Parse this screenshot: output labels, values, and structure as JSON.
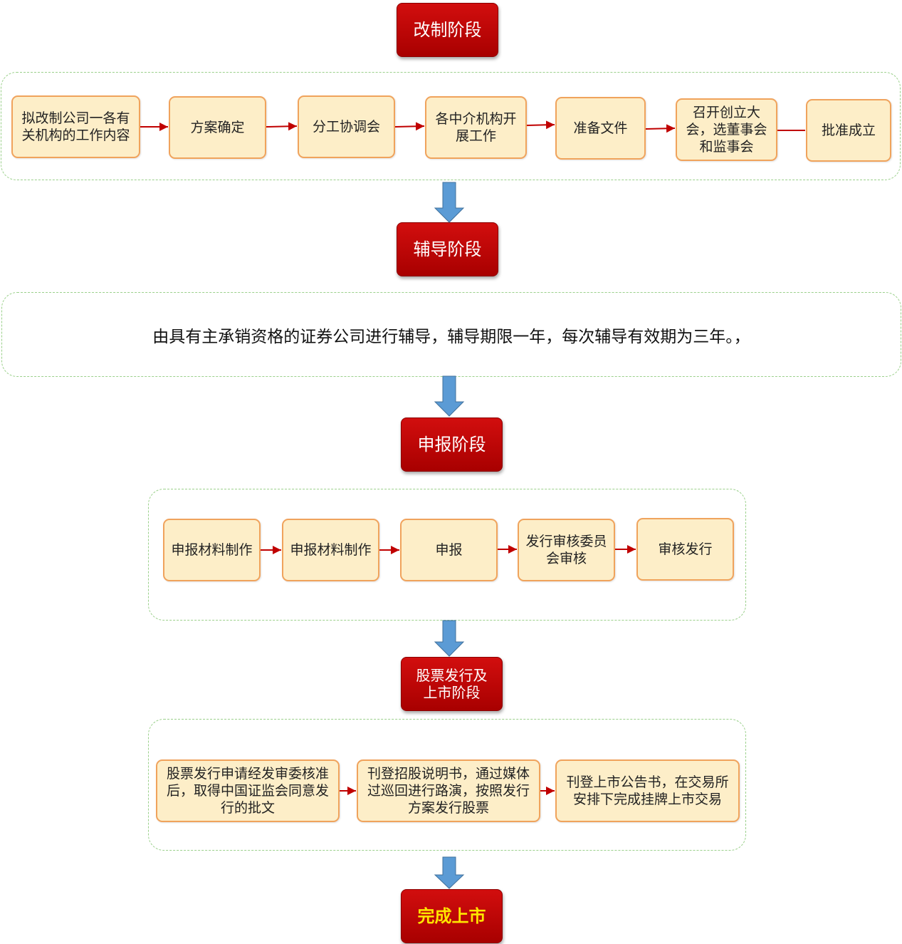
{
  "stages": [
    {
      "id": "s1",
      "label": "改制阶段"
    },
    {
      "id": "s2",
      "label": "辅导阶段"
    },
    {
      "id": "s3",
      "label": "申报阶段"
    },
    {
      "id": "s4",
      "label": "股票发行及\n上市阶段"
    },
    {
      "id": "s5",
      "label": "完成上市"
    }
  ],
  "restructure_steps": [
    "拟改制公司一各有关机构的工作内容",
    "方案确定",
    "分工协调会",
    "各中介机构开展工作",
    "准备文件",
    "召开创立大会，选董事会和监事会",
    "批准成立"
  ],
  "guidance_note": "由具有主承销资格的证券公司进行辅导，辅导期限一年，每次辅导有效期为三年。，",
  "filing_steps": [
    "申报材料制作",
    "申报材料制作",
    "申报",
    "发行审核委员会审核",
    "审核发行"
  ],
  "listing_steps": [
    "股票发行申请经发审委核准后，取得中国证监会同意发行的批文",
    "刊登招股说明书，通过媒体过巡回进行路演，按照发行方案发行股票",
    "刊登上市公告书，在交易所安排下完成挂牌上市交易"
  ],
  "colors": {
    "stage_fill": "#c00000",
    "final_text": "#ffe600",
    "step_fill": "#fdeec8",
    "step_border": "#f0a35c",
    "group_border": "#9bd08b",
    "connector": "#c00000",
    "down_arrow": "#5b9bd5"
  }
}
